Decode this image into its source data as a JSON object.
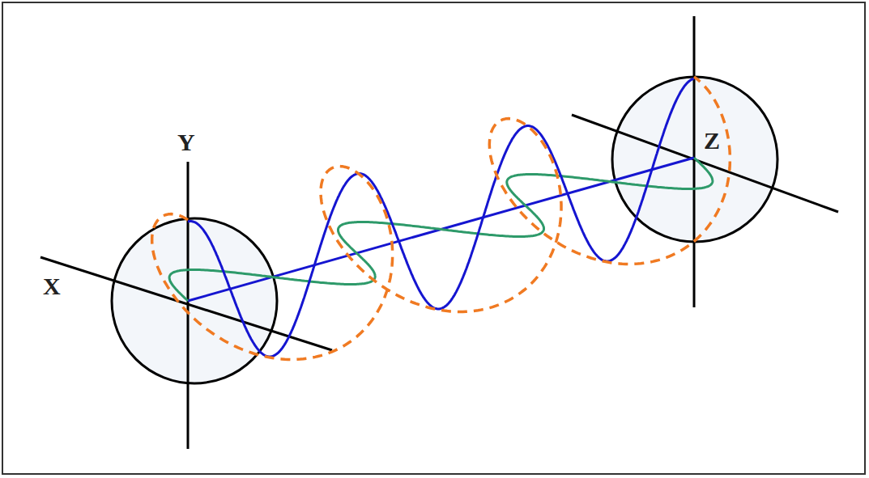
{
  "diagram": {
    "labels": [
      "Y",
      "X",
      "Z"
    ]
  }
}
